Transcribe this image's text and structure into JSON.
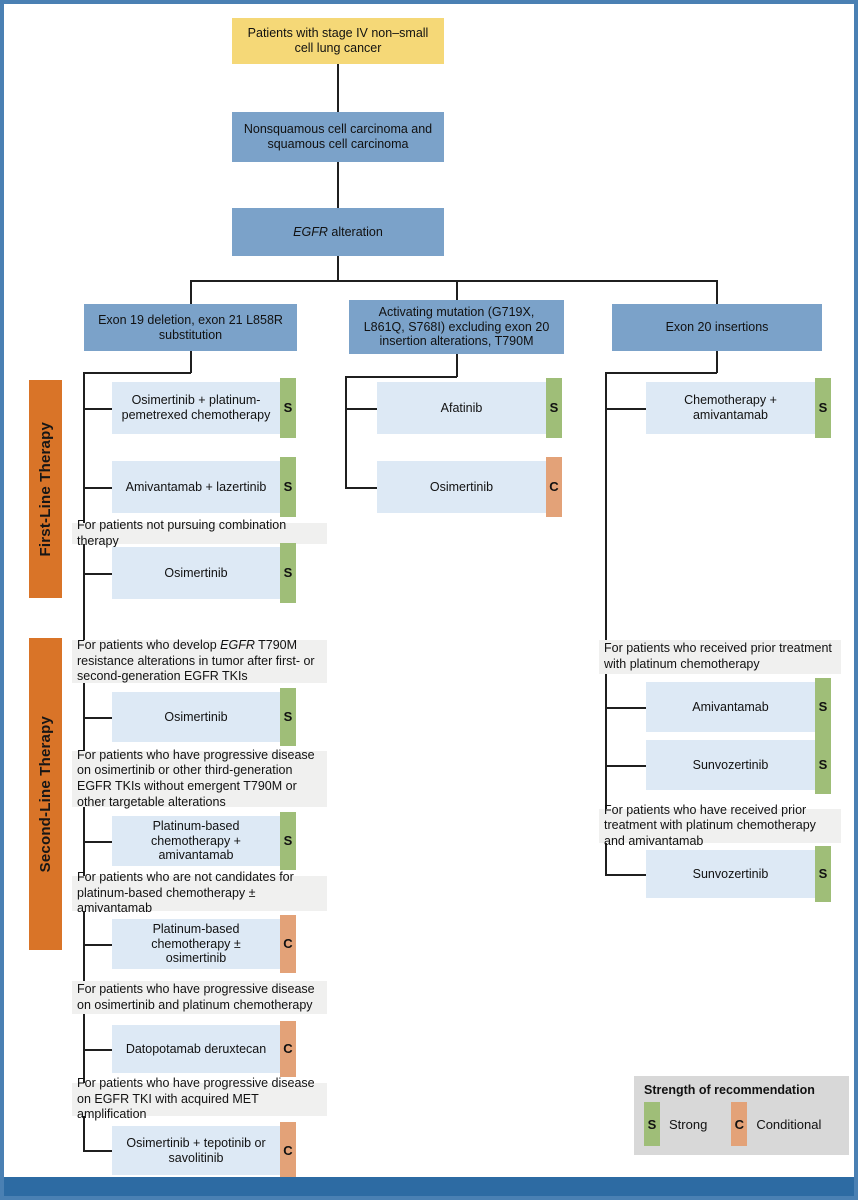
{
  "palette": {
    "frame_blue": "#4a80b3",
    "footer_blue": "#2d6ba3",
    "start_yellow": "#f5d877",
    "header_blue": "#7ba2c9",
    "treatment_blue": "#dde9f5",
    "strong_green": "#9fbe78",
    "conditional_orange": "#e3a278",
    "phase_bar_orange": "#d97428",
    "note_gray": "#f0f0ef",
    "legend_gray": "#d8d8d8",
    "line_black": "#1f1f1f"
  },
  "top_flow": {
    "root": "Patients with stage IV non–small cell lung cancer",
    "histology": "Nonsquamous cell carcinoma and squamous cell carcinoma",
    "egfr_italic": "EGFR",
    "egfr_rest": " alteration"
  },
  "branches": {
    "left": "Exon 19 deletion, exon 21 L858R substitution",
    "middle": "Activating mutation (G719X, L861Q, S768I) excluding exon 20 insertion alterations, T790M",
    "right": "Exon 20 insertions"
  },
  "sidebars": {
    "first_line": "First-Line Therapy",
    "second_line": "Second-Line Therapy"
  },
  "columns": {
    "left": {
      "first_line": [
        {
          "label": "Osimertinib + platinum-pemetrexed chemotherapy",
          "grade": "S"
        },
        {
          "label": "Amivantamab + lazertinib",
          "grade": "S"
        },
        {
          "label": "Osimertinib",
          "grade": "S"
        }
      ],
      "first_line_note": "For patients not pursuing combination therapy",
      "second_line": [
        {
          "note_pre": "For patients who develop ",
          "note_italic": "EGFR",
          "note_post": " T790M resistance alterations in tumor after first- or second-generation EGFR TKIs",
          "label": "Osimertinib",
          "grade": "S"
        },
        {
          "note": "For patients who have progressive disease on osimertinib or other third-generation EGFR TKIs without emergent T790M or other targetable alterations",
          "label": "Platinum-based chemotherapy + amivantamab",
          "grade": "S"
        },
        {
          "note": "For patients who are not candidates for platinum-based chemotherapy ± amivantamab",
          "label": "Platinum-based chemotherapy ± osimertinib",
          "grade": "C"
        },
        {
          "note": "For patients who have progressive disease on osimertinib and platinum chemotherapy",
          "label": "Datopotamab deruxtecan",
          "grade": "C"
        },
        {
          "note": "For patients who have progressive disease on EGFR TKI with acquired MET amplification",
          "label": "Osimertinib + tepotinib or savolitinib",
          "grade": "C"
        }
      ]
    },
    "middle": {
      "first_line": [
        {
          "label": "Afatinib",
          "grade": "S"
        },
        {
          "label": "Osimertinib",
          "grade": "C"
        }
      ]
    },
    "right": {
      "first_line": [
        {
          "label": "Chemotherapy + amivantamab",
          "grade": "S"
        }
      ],
      "second_line": {
        "note1": "For patients who received prior treatment with platinum chemotherapy",
        "boxes1": [
          {
            "label": "Amivantamab",
            "grade": "S"
          },
          {
            "label": "Sunvozertinib",
            "grade": "S"
          }
        ],
        "note2": "For patients who have received prior treatment with platinum chemotherapy and amivantamab",
        "boxes2": [
          {
            "label": "Sunvozertinib",
            "grade": "S"
          }
        ]
      }
    }
  },
  "legend": {
    "title": "Strength of recommendation",
    "strong": {
      "code": "S",
      "label": "Strong"
    },
    "conditional": {
      "code": "C",
      "label": "Conditional"
    }
  }
}
